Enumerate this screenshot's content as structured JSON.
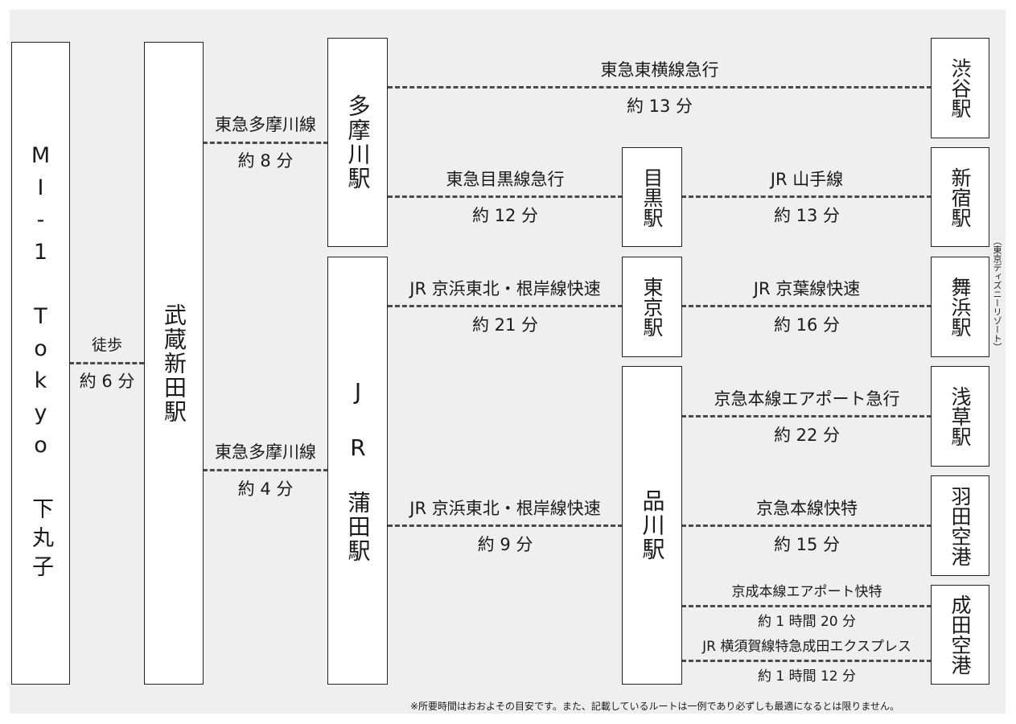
{
  "stations": {
    "m1": "MI-1 Tokyo 下丸子",
    "musashi": "武蔵新田駅",
    "tamagawa": "多摩川駅",
    "kamata": "J R 蒲田駅",
    "meguro": "目黒駅",
    "tokyo": "東京駅",
    "shinagawa": "品川駅",
    "shibuya": "渋谷駅",
    "shinjuku": "新宿駅",
    "maihama": "舞浜駅",
    "asakusa": "浅草駅",
    "haneda": "羽田空港",
    "narita": "成田空港"
  },
  "routes": {
    "walk": {
      "line": "徒歩",
      "time": "約 6 分"
    },
    "tamagawa_top": {
      "line": "東急多摩川線",
      "time": "約 8 分"
    },
    "tamagawa_bottom": {
      "line": "東急多摩川線",
      "time": "約 4 分"
    },
    "toyoko": {
      "line": "東急東横線急行",
      "time": "約 13 分"
    },
    "meguro_line": {
      "line": "東急目黒線急行",
      "time": "約 12 分"
    },
    "yamanote": {
      "line": "JR 山手線",
      "time": "約 13 分"
    },
    "keihin_tokyo": {
      "line": "JR 京浜東北・根岸線快速",
      "time": "約 21 分"
    },
    "keiyo": {
      "line": "JR 京葉線快速",
      "time": "約 16 分"
    },
    "keikyu_airport": {
      "line": "京急本線エアポート急行",
      "time": "約 22 分"
    },
    "keihin_shinagawa": {
      "line": "JR 京浜東北・根岸線快速",
      "time": "約 9 分"
    },
    "keikyu_kaitoku": {
      "line": "京急本線快特",
      "time": "約 15 分"
    },
    "keisei": {
      "line": "京成本線エアポート快特",
      "time": "約 1 時間 20 分"
    },
    "nex": {
      "line": "JR 横須賀線特急成田エクスプレス",
      "time": "約 1 時間 12 分"
    }
  },
  "side_note": "（東京ディズニーリゾート）",
  "footnote": "※所要時間はおおよその目安です。また、記載しているルートは一例であり必ずしも最適になるとは限りません。"
}
